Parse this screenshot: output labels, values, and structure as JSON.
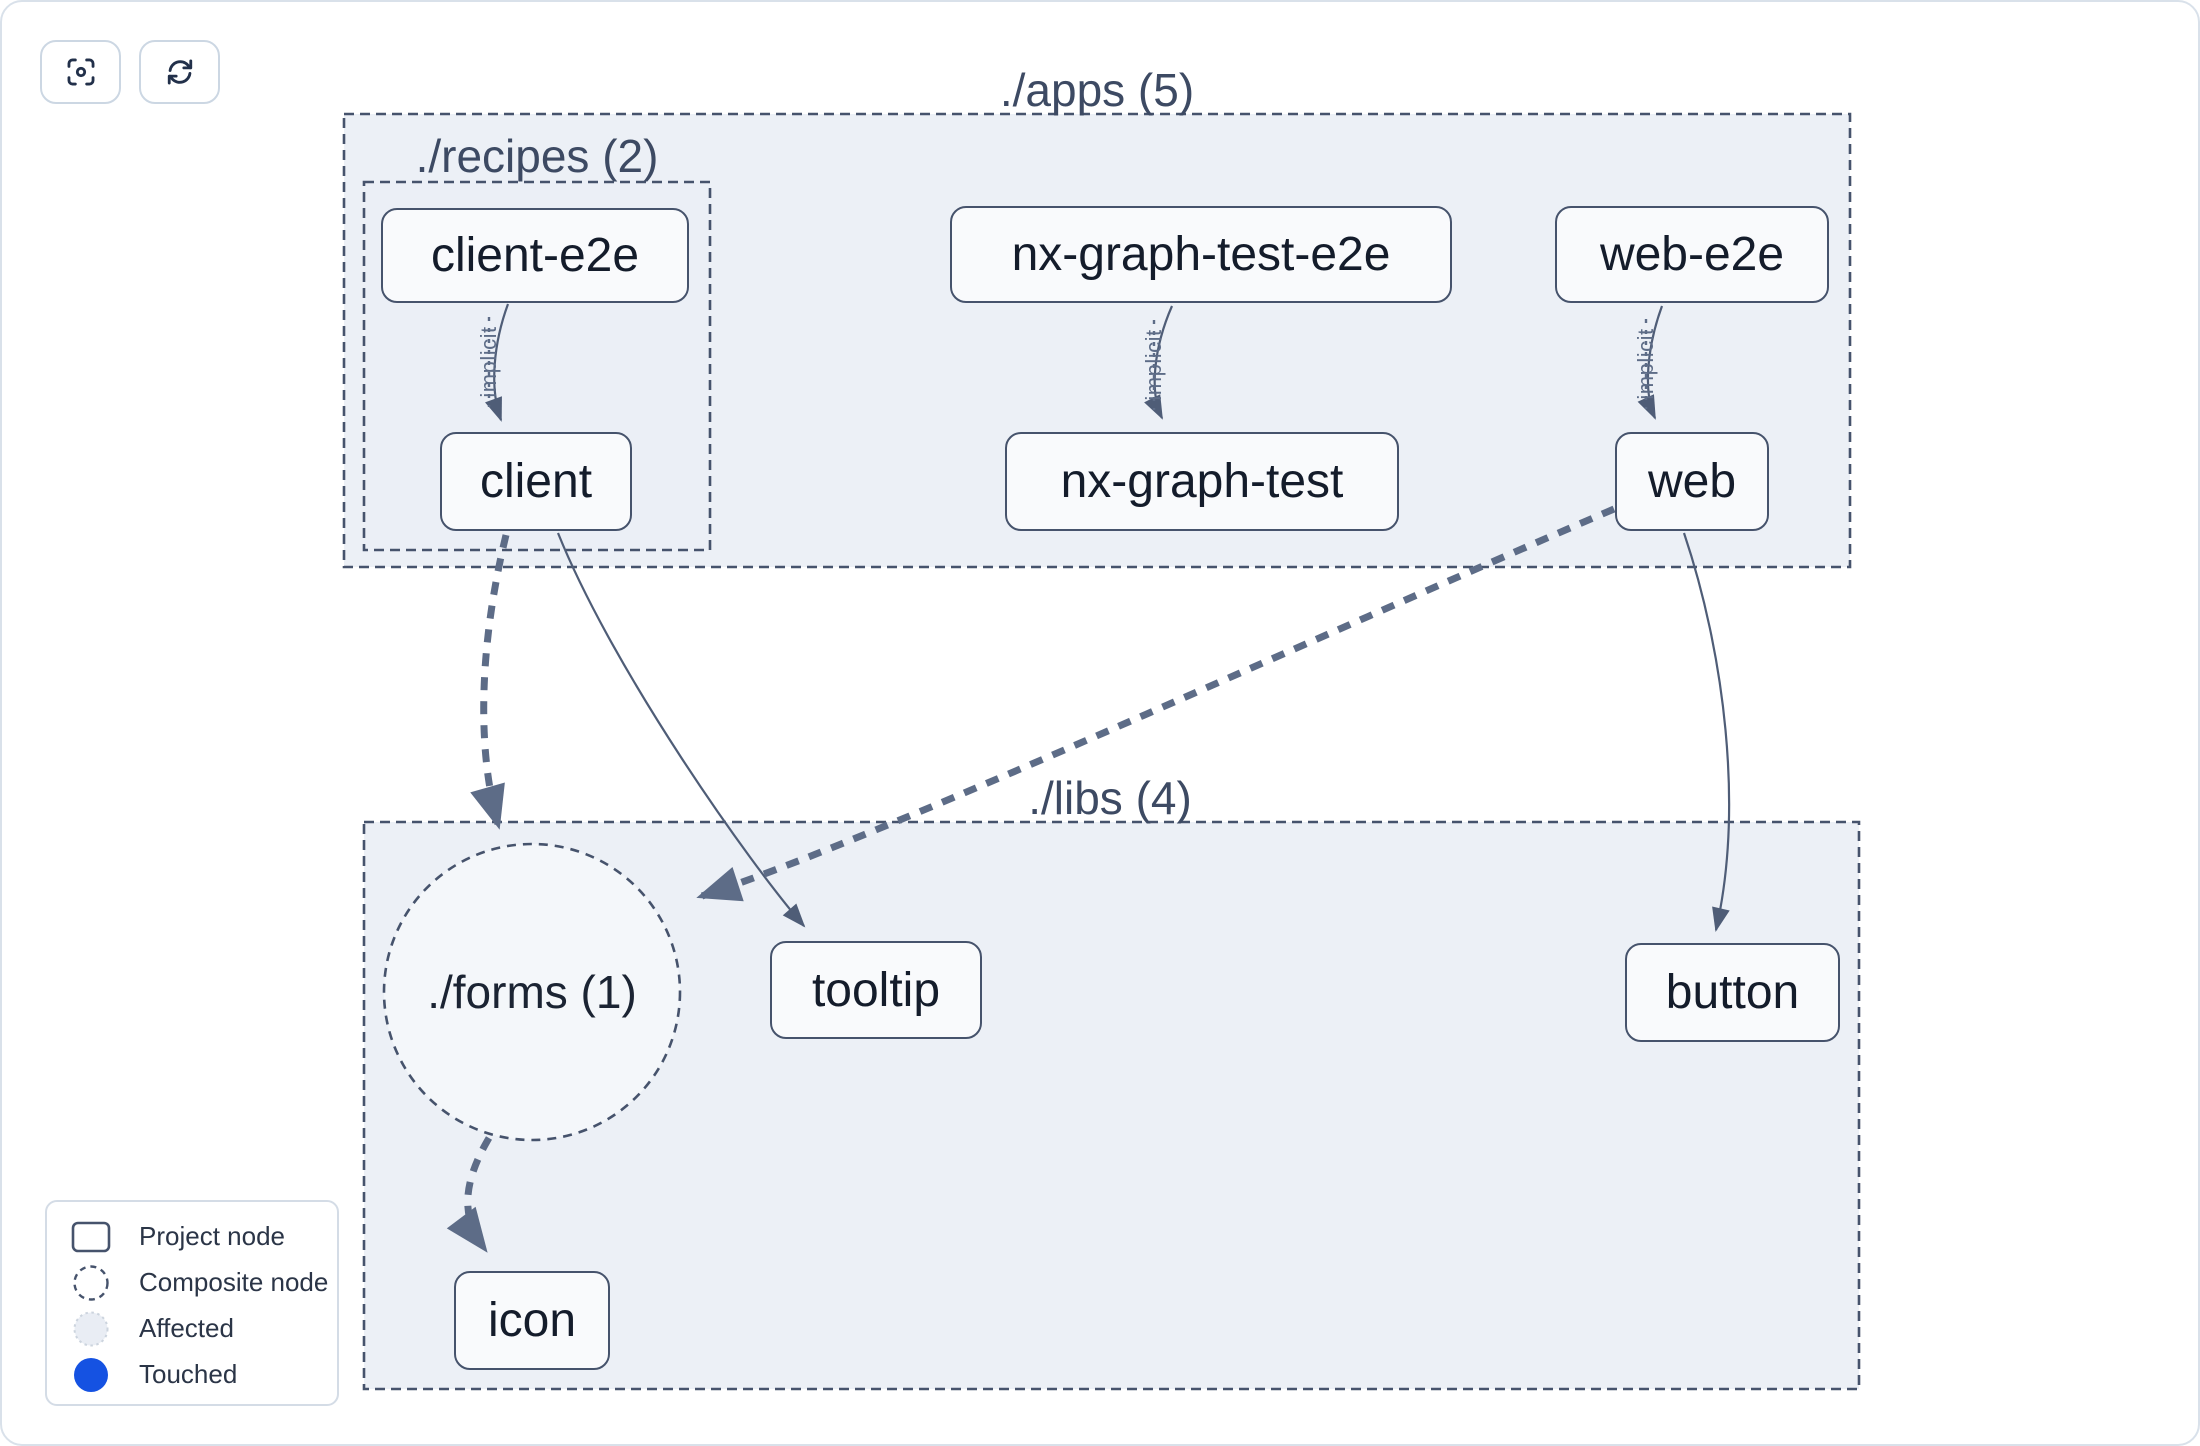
{
  "toolbar": {
    "buttons": [
      {
        "icon": "center-view-icon"
      },
      {
        "icon": "refresh-icon"
      }
    ]
  },
  "groups": {
    "apps": {
      "label": "./apps (5)"
    },
    "recipes": {
      "label": "./recipes (2)"
    },
    "libs": {
      "label": "./libs (4)"
    },
    "forms": {
      "label": "./forms (1)",
      "type": "composite"
    }
  },
  "nodes": {
    "client_e2e": {
      "label": "client-e2e"
    },
    "nx_graph_test_e2e": {
      "label": "nx-graph-test-e2e"
    },
    "web_e2e": {
      "label": "web-e2e"
    },
    "client": {
      "label": "client"
    },
    "nx_graph_test": {
      "label": "nx-graph-test"
    },
    "web": {
      "label": "web"
    },
    "tooltip": {
      "label": "tooltip"
    },
    "button": {
      "label": "button"
    },
    "icon": {
      "label": "icon"
    }
  },
  "edges": {
    "list": [
      {
        "from": "client-e2e",
        "to": "client",
        "label": "implicit",
        "style": "solid"
      },
      {
        "from": "nx-graph-test-e2e",
        "to": "nx-graph-test",
        "label": "implicit",
        "style": "solid"
      },
      {
        "from": "web-e2e",
        "to": "web",
        "label": "implicit",
        "style": "solid"
      },
      {
        "from": "client",
        "to": "./forms",
        "label": "",
        "style": "thick-dashed"
      },
      {
        "from": "client",
        "to": "tooltip",
        "label": "",
        "style": "solid"
      },
      {
        "from": "web",
        "to": "./forms",
        "label": "",
        "style": "thick-dashed"
      },
      {
        "from": "web",
        "to": "button",
        "label": "",
        "style": "solid"
      },
      {
        "from": "./forms",
        "to": "icon",
        "label": "",
        "style": "thick-dashed"
      }
    ]
  },
  "legend": {
    "items": [
      {
        "label": "Project node",
        "icon": "project-node-icon"
      },
      {
        "label": "Composite node",
        "icon": "composite-node-icon"
      },
      {
        "label": "Affected",
        "icon": "affected-icon"
      },
      {
        "label": "Touched",
        "icon": "touched-icon"
      }
    ]
  },
  "colors": {
    "touched": "#1552e2",
    "affected_fill": "#e9edf4",
    "affected_border": "#ccd4de",
    "group_fill": "#ecf0f6",
    "outline": "#46536c",
    "edge": "#5d6c87",
    "edge_thin": "#4f5d77"
  }
}
